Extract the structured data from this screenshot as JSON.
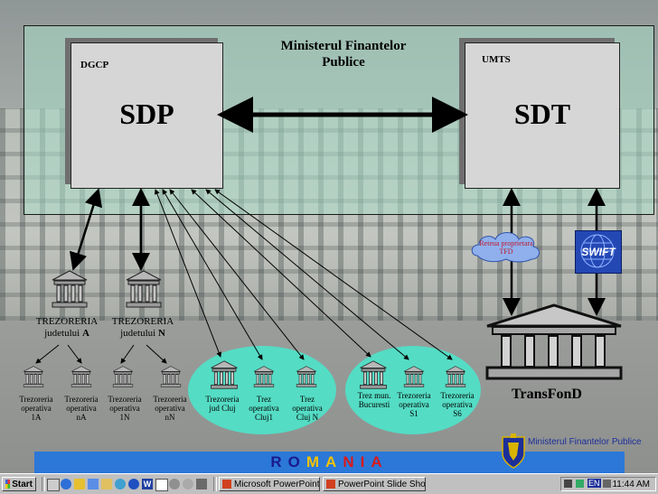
{
  "slide": {
    "ministry_title_line1": "Ministerul Finantelor",
    "ministry_title_line2": "Publice",
    "dgcp_label": "DGCP",
    "sdp_label": "SDP",
    "umts_label": "UMTS",
    "sdt_label": "SDT",
    "cloud_line1": "Reteua proprietara",
    "cloud_line2": "TFD",
    "swift_label": "SWIFT",
    "transfond_label": "TransFonD",
    "treasury_county": [
      {
        "line1": "TREZORERIA",
        "line2": "judetului",
        "bold": "A"
      },
      {
        "line1": "TREZORERIA",
        "line2": "judetului",
        "bold": "N"
      }
    ],
    "operative": [
      {
        "l1": "Trezoreria",
        "l2": "operativa",
        "l3": "1A"
      },
      {
        "l1": "Trezoreria",
        "l2": "operativa",
        "l3": "nA"
      },
      {
        "l1": "Trezoreria",
        "l2": "operativa",
        "l3": "1N"
      },
      {
        "l1": "Trezoreria",
        "l2": "operativa",
        "l3": "nN"
      }
    ],
    "cluj": [
      {
        "l1": "Trezoreria",
        "l2": "jud Cluj",
        "l3": ""
      },
      {
        "l1": "Trez",
        "l2": "operativa",
        "l3": "Cluj1"
      },
      {
        "l1": "Trez",
        "l2": "operativa",
        "l3": "Cluj N"
      }
    ],
    "bucuresti": [
      {
        "l1": "Trez mun.",
        "l2": "Bucuresti",
        "l3": ""
      },
      {
        "l1": "Trezoreria",
        "l2": "operativa",
        "l3": "S1"
      },
      {
        "l1": "Trezoreria",
        "l2": "operativa",
        "l3": "S6"
      }
    ],
    "romania_letters": [
      "R",
      "O",
      "M",
      "A",
      "N",
      "I",
      "A"
    ],
    "romania_colors": [
      "#1a1a8c",
      "#1a1a8c",
      "#f2c200",
      "#f2c200",
      "#d81a1a",
      "#d81a1a",
      "#d81a1a"
    ],
    "mfp_text": "Ministerul Finantelor Publice"
  },
  "taskbar": {
    "start_label": "Start",
    "windows": [
      "Microsoft PowerPoint - [P...",
      "PowerPoint Slide Show - [Pre..."
    ],
    "lang": "EN",
    "clock": "11:44 AM",
    "quick_launch_icons": [
      "desktop-icon",
      "ie-icon",
      "outlook-icon",
      "channel-icon",
      "folder-icon",
      "search-icon",
      "browser-icon",
      "word-icon",
      "doc-icon",
      "media-icon",
      "cloud-icon",
      "network-icon"
    ]
  },
  "colors": {
    "ministry_fill": "#aadcc8",
    "ellipse": "#54dcc4",
    "romania_bar": "#2b78d8",
    "swift_blue": "#2348b4"
  }
}
